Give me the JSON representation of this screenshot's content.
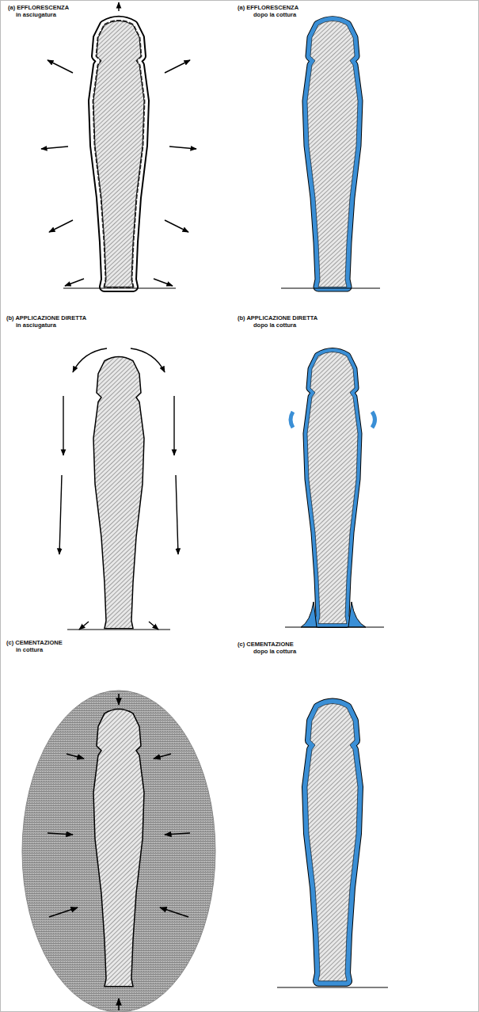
{
  "diagram": {
    "labels": [
      "(a) EFFLORESCENZA",
      "in asciugatura",
      "(a) EFFLORESCENZA",
      "dopo la cottura",
      "(b) APPLICAZIONE DIRETTA",
      "in asciugatura",
      "(b) APPLICAZIONE DIRETTA",
      "dopo la cottura",
      "(c) CEMENTAZIONE",
      "in cottura",
      "(c) CEMENTAZIONE",
      "dopo la cottura"
    ]
  }
}
